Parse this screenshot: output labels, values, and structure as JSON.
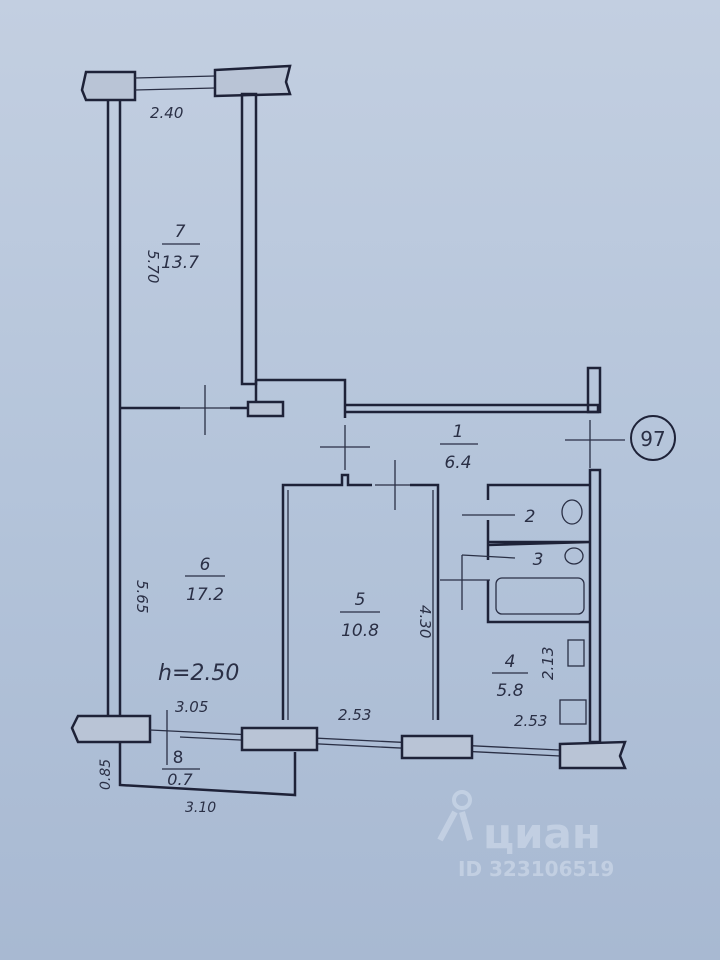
{
  "plan": {
    "ceiling_height": "h=2.50",
    "building_marker": "97",
    "rooms": [
      {
        "number": "1",
        "area": "6.4"
      },
      {
        "number": "2"
      },
      {
        "number": "3"
      },
      {
        "number": "4",
        "area": "5.8"
      },
      {
        "number": "5",
        "area": "10.8"
      },
      {
        "number": "6",
        "area": "17.2"
      },
      {
        "number": "7",
        "area": "13.7"
      },
      {
        "number": "8",
        "area": "0.7"
      }
    ],
    "dimensions": {
      "room7_width": "2.40",
      "room7_length": "5.70",
      "room6_length": "5.65",
      "room6_width": "3.05",
      "room5_width": "2.53",
      "room5_length": "4.30",
      "room4_width": "2.53",
      "room4_length": "2.13",
      "balcony_depth": "0.85",
      "balcony_width": "3.10"
    }
  },
  "watermark": {
    "brand": "циан",
    "id": "ID 323106519"
  }
}
